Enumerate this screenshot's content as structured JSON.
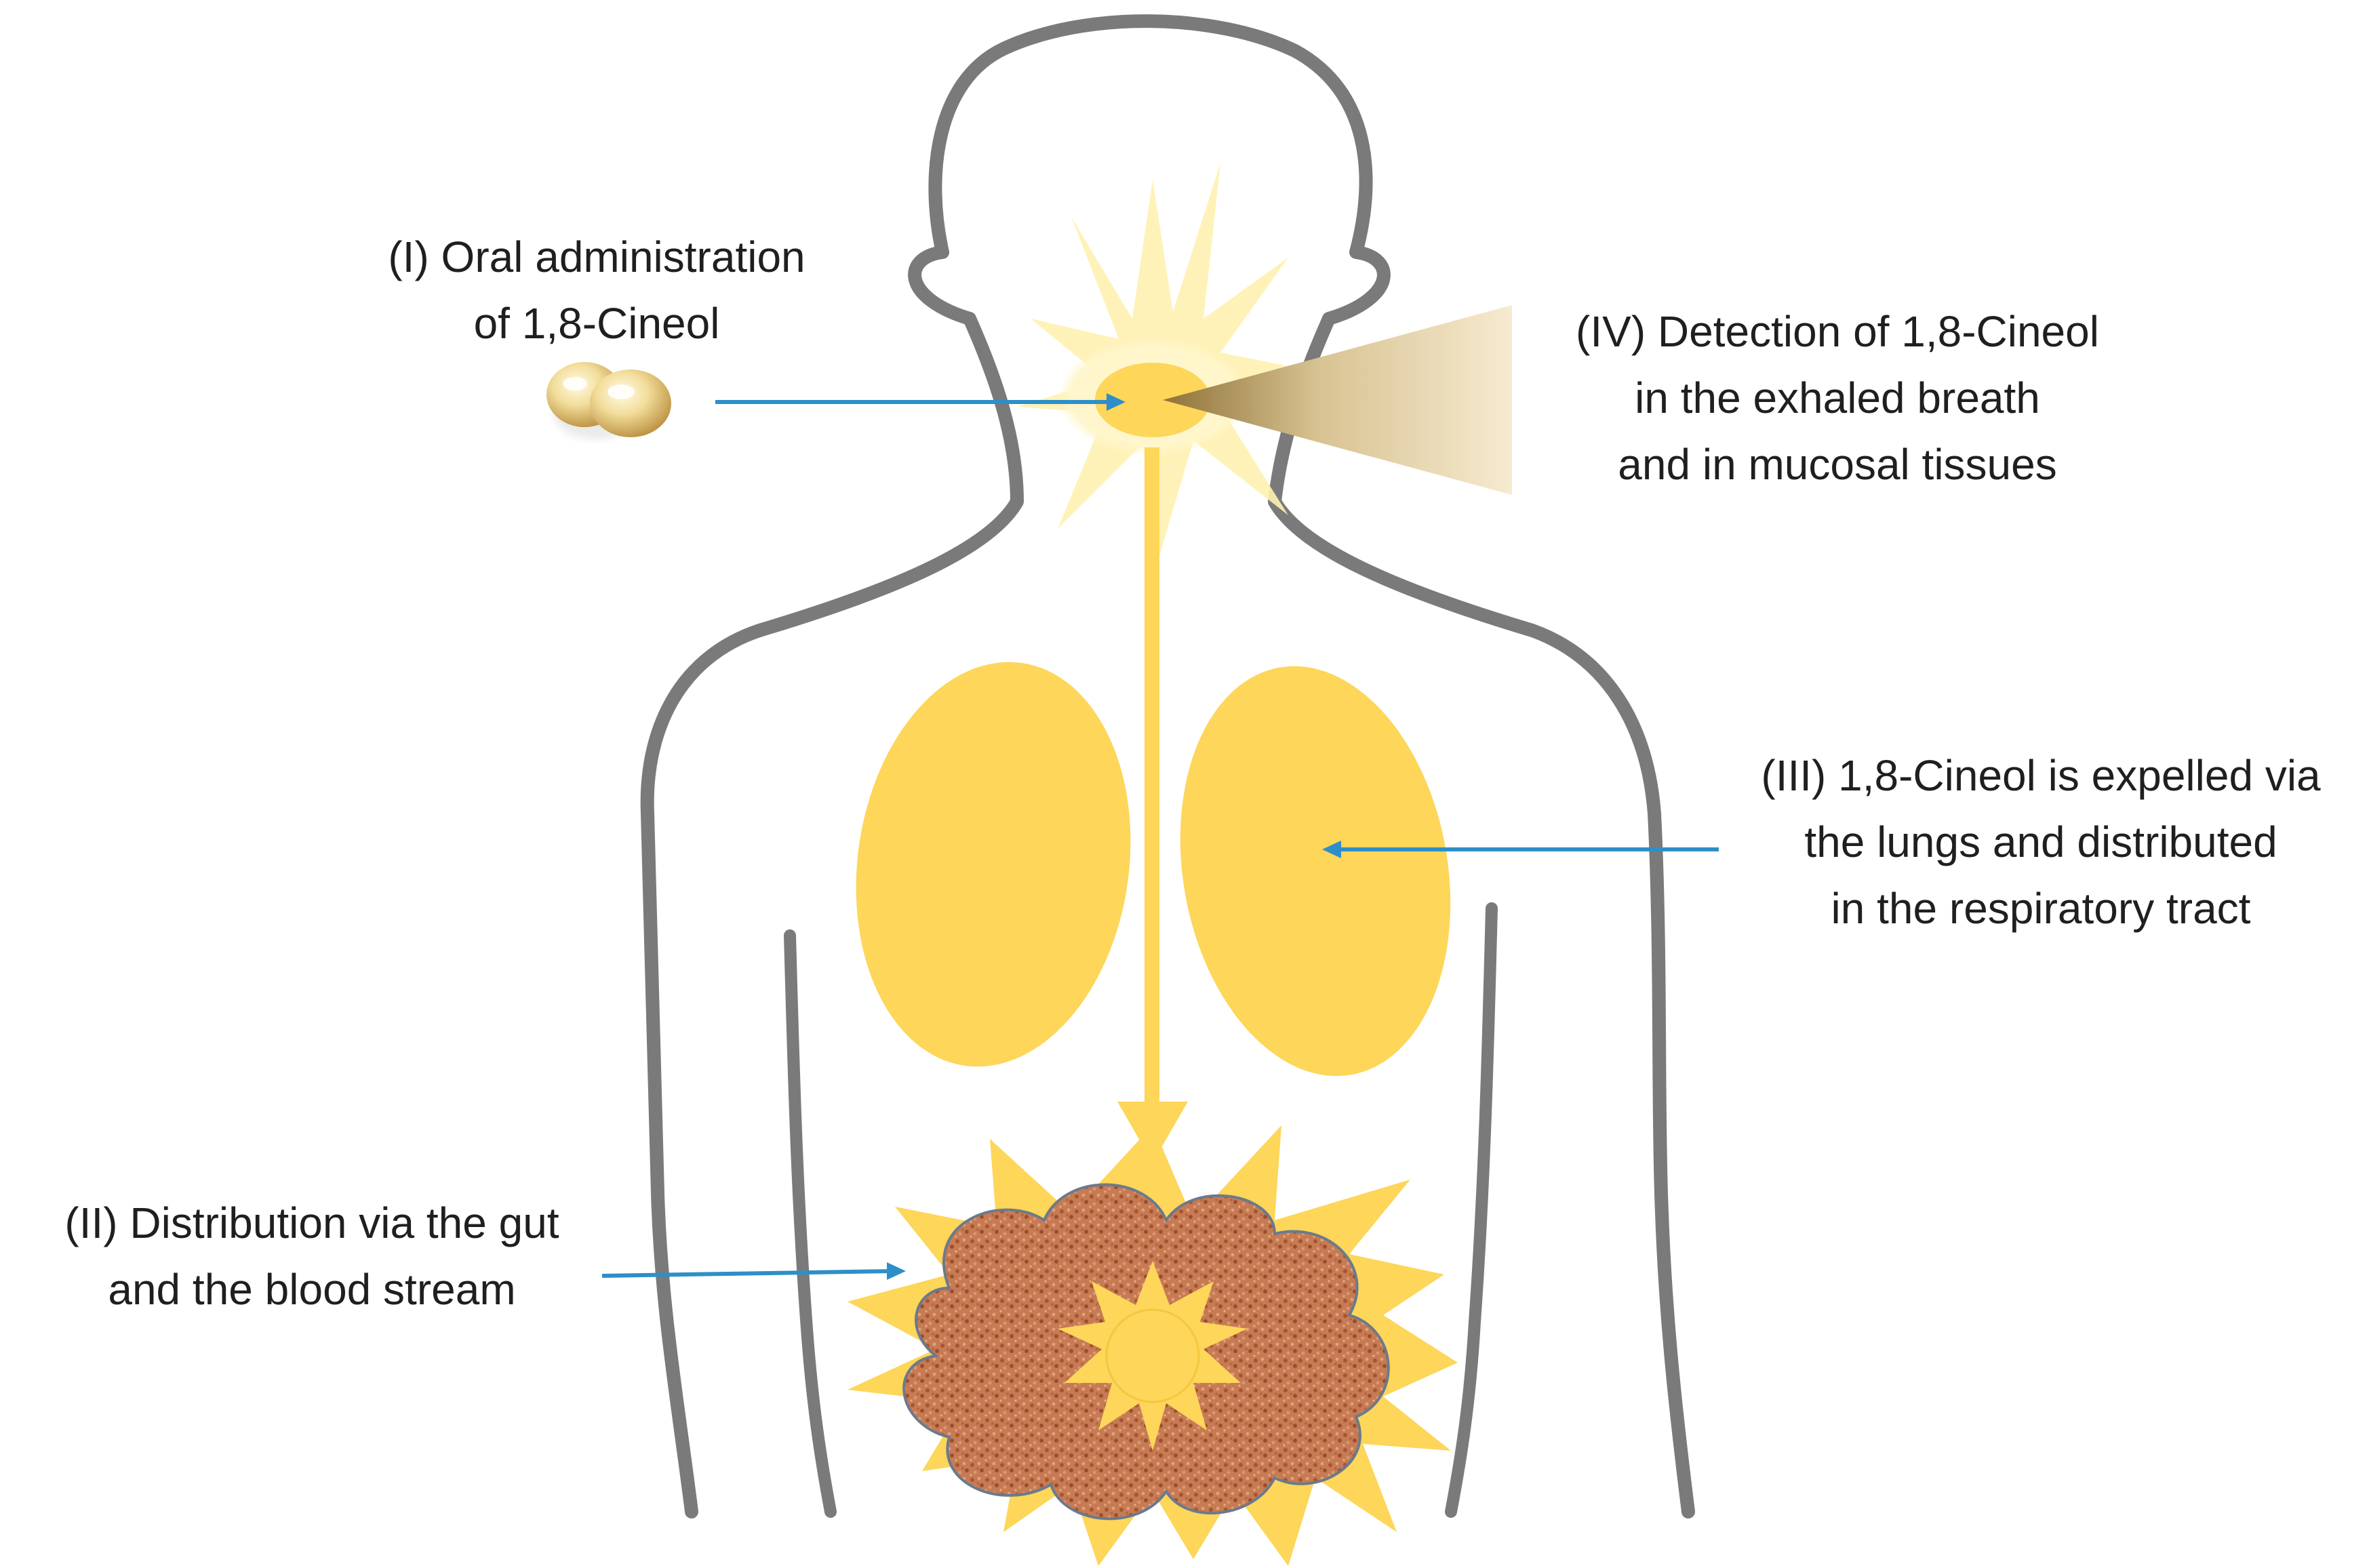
{
  "labels": {
    "step1": {
      "line1": "(I) Oral administration",
      "line2": "of 1,8-Cineol"
    },
    "step2": {
      "line1": "(II) Distribution via the gut",
      "line2": "and the blood stream"
    },
    "step3": {
      "line1": "(III) 1,8-Cineol is expelled via",
      "line2": "the lungs and distributed",
      "line3": "in the respiratory tract"
    },
    "step4": {
      "line1": "(IV) Detection of 1,8-Cineol",
      "line2": "in the exhaled breath",
      "line3": "and in mucosal tissues"
    }
  },
  "colors": {
    "body_outline": "#7a7a7a",
    "organ_yellow": "#fdd65a",
    "glow_yellow": "#fff1b0",
    "gut_brown": "#c87b55",
    "arrow_blue": "#2e8fc8",
    "text": "#1f1f1f"
  },
  "icons": {
    "capsules": "softgel-capsules-icon",
    "breath": "exhaled-breath-cone-icon"
  }
}
